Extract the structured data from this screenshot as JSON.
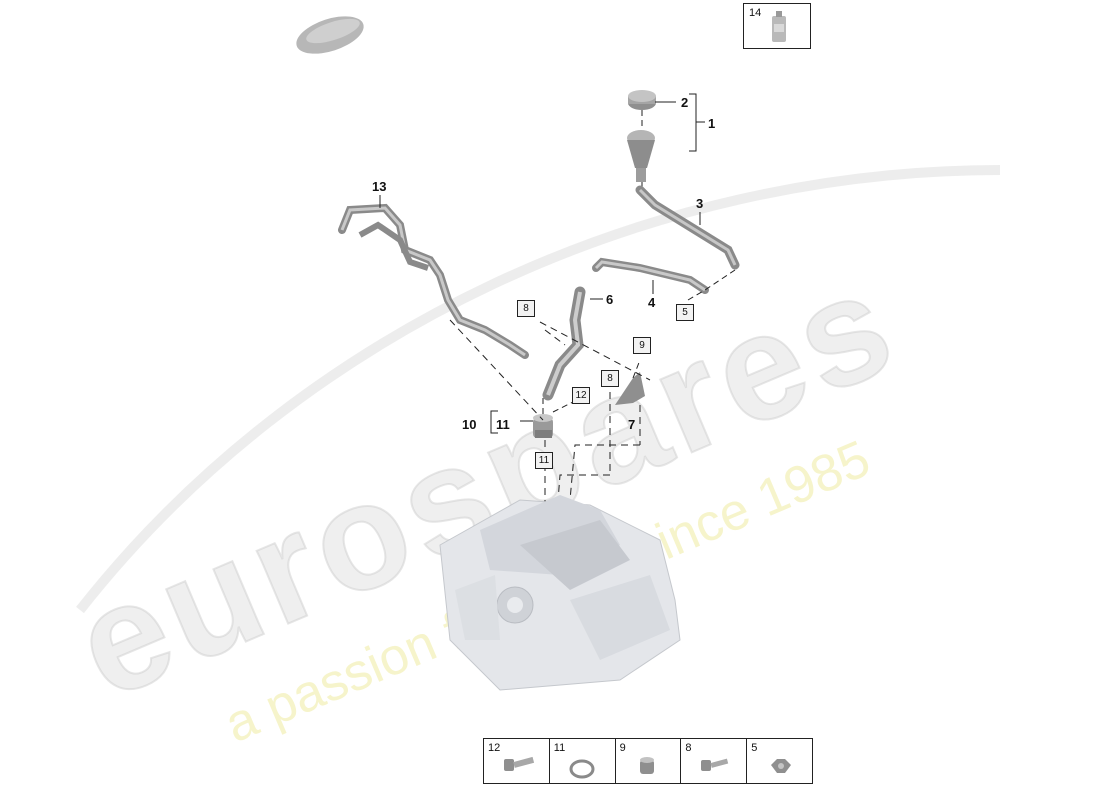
{
  "watermark": {
    "brand": "eurospares",
    "tagline": "a passion for parts since 1985"
  },
  "top_part": {
    "number": "14",
    "icon": "oil-bottle-icon"
  },
  "callouts": [
    {
      "id": "1",
      "label": "1"
    },
    {
      "id": "2",
      "label": "2"
    },
    {
      "id": "3",
      "label": "3"
    },
    {
      "id": "4",
      "label": "4"
    },
    {
      "id": "6",
      "label": "6"
    },
    {
      "id": "7",
      "label": "7"
    },
    {
      "id": "10",
      "label": "10"
    },
    {
      "id": "11",
      "label": "11"
    },
    {
      "id": "13",
      "label": "13"
    }
  ],
  "boxed_refs": [
    {
      "id": "5",
      "label": "5"
    },
    {
      "id": "8a",
      "label": "8"
    },
    {
      "id": "8b",
      "label": "8"
    },
    {
      "id": "9",
      "label": "9"
    },
    {
      "id": "11",
      "label": "11"
    },
    {
      "id": "12",
      "label": "12"
    }
  ],
  "legend": [
    {
      "number": "12",
      "icon": "bolt-icon"
    },
    {
      "number": "11",
      "icon": "seal-ring-icon"
    },
    {
      "number": "9",
      "icon": "plug-icon"
    },
    {
      "number": "8",
      "icon": "bolt-icon"
    },
    {
      "number": "5",
      "icon": "nut-icon"
    }
  ],
  "colors": {
    "line": "#222222",
    "part_gray": "#9a9a9a",
    "engine_gray": "#d6d8dc",
    "watermark_yellow": "#ece58a"
  }
}
